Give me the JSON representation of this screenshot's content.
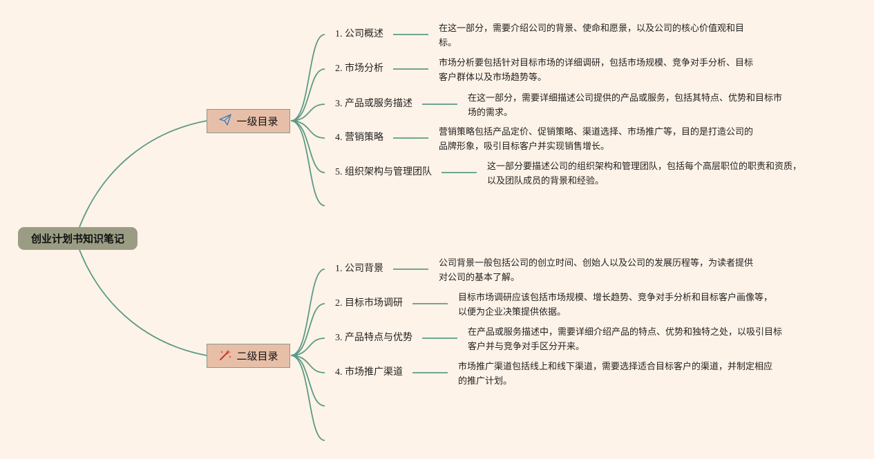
{
  "root": {
    "label": "创业计划书知识笔记"
  },
  "branches": [
    {
      "label": "一级目录",
      "icon": "paper-plane-icon",
      "items": [
        {
          "label": "1. 公司概述",
          "desc": [
            "在这一部分，需要介绍公司的背景、使命和愿景，以及公司的核心价值观和目",
            "标。"
          ]
        },
        {
          "label": "2. 市场分析",
          "desc": [
            "市场分析要包括针对目标市场的详细调研，包括市场规模、竞争对手分析、目标",
            "客户群体以及市场趋势等。"
          ]
        },
        {
          "label": "3. 产品或服务描述",
          "desc": [
            "在这一部分，需要详细描述公司提供的产品或服务，包括其特点、优势和目标市",
            "场的需求。"
          ]
        },
        {
          "label": "4. 营销策略",
          "desc": [
            "营销策略包括产品定价、促销策略、渠道选择、市场推广等，目的是打造公司的",
            "品牌形象，吸引目标客户并实现销售增长。"
          ]
        },
        {
          "label": "5. 组织架构与管理团队",
          "desc": [
            "这一部分要描述公司的组织架构和管理团队，包括每个高层职位的职责和资质，",
            "以及团队成员的背景和经验。"
          ]
        }
      ]
    },
    {
      "label": "二级目录",
      "icon": "magic-wand-icon",
      "items": [
        {
          "label": "1. 公司背景",
          "desc": [
            "公司背景一般包括公司的创立时间、创始人以及公司的发展历程等，为读者提供",
            "对公司的基本了解。"
          ]
        },
        {
          "label": "2. 目标市场调研",
          "desc": [
            "目标市场调研应该包括市场规模、增长趋势、竞争对手分析和目标客户画像等，",
            "以便为企业决策提供依据。"
          ]
        },
        {
          "label": "3. 产品特点与优势",
          "desc": [
            "在产品或服务描述中，需要详细介绍产品的特点、优势和独特之处，以吸引目标",
            "客户并与竞争对手区分开来。"
          ]
        },
        {
          "label": "4. 市场推广渠道",
          "desc": [
            "市场推广渠道包括线上和线下渠道，需要选择适合目标客户的渠道，并制定相应",
            "的推广计划。"
          ]
        }
      ]
    }
  ],
  "colors": {
    "line": "#5a9a87",
    "root_fill": "#9a9d83",
    "branch_fill": "#e7bfa8",
    "background": "#fef3e8"
  }
}
